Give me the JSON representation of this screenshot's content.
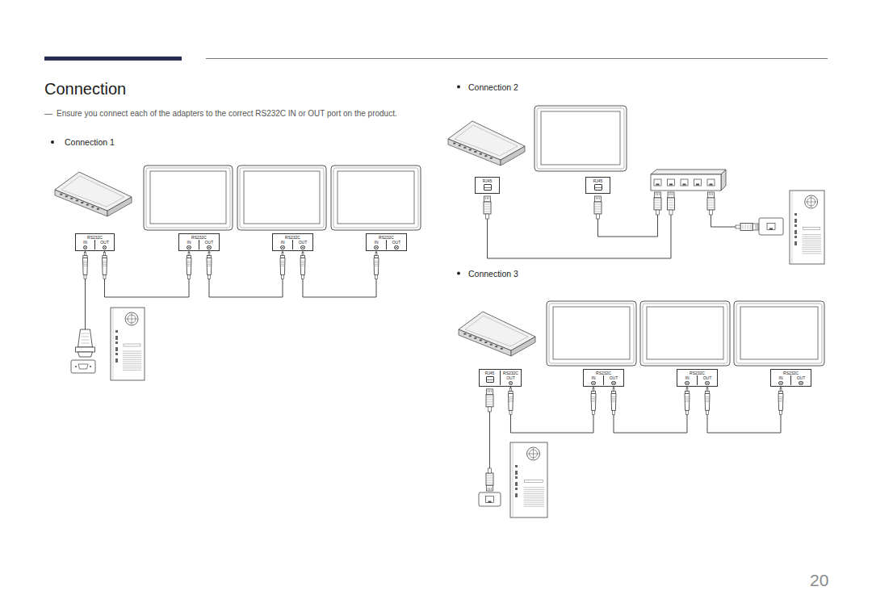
{
  "diagram": {
    "title": "Connection",
    "nodes": [
      {
        "text": [
          "RS232C",
          "IN",
          "OUT"
        ]
      },
      {
        "text": [
          "RS232C",
          "IN",
          "OUT"
        ]
      },
      {
        "text": [
          "RS232C",
          "IN",
          "OUT"
        ]
      },
      {
        "text": [
          "RS232C",
          "IN",
          "OUT"
        ]
      },
      {
        "text": [
          "RJ45"
        ]
      },
      {
        "text": [
          "RJ45"
        ]
      },
      {
        "text": [
          "RJ45",
          "RS232C",
          "OUT"
        ]
      },
      {
        "text": [
          "RS232C",
          "IN",
          "OUT"
        ]
      },
      {
        "text": [
          "RS232C",
          "IN",
          "OUT"
        ]
      },
      {
        "text": [
          "RS232C",
          "IN",
          "OUT"
        ]
      }
    ],
    "edges": [
      {
        "from": 0,
        "to": 1,
        "arrow": "none"
      },
      {
        "from": 1,
        "to": 2,
        "arrow": "none"
      },
      {
        "from": 2,
        "to": 3,
        "arrow": "none"
      },
      {
        "from": 6,
        "to": 7,
        "arrow": "none"
      },
      {
        "from": 7,
        "to": 8,
        "arrow": "none"
      },
      {
        "from": 8,
        "to": 9,
        "arrow": "none"
      }
    ],
    "labels": [
      "―",
      "Ensure you connect each of the adapters to the correct RS232C IN or OUT port on the product.",
      "Connection 1",
      "Connection 2",
      "Connection 3",
      "20"
    ]
  }
}
